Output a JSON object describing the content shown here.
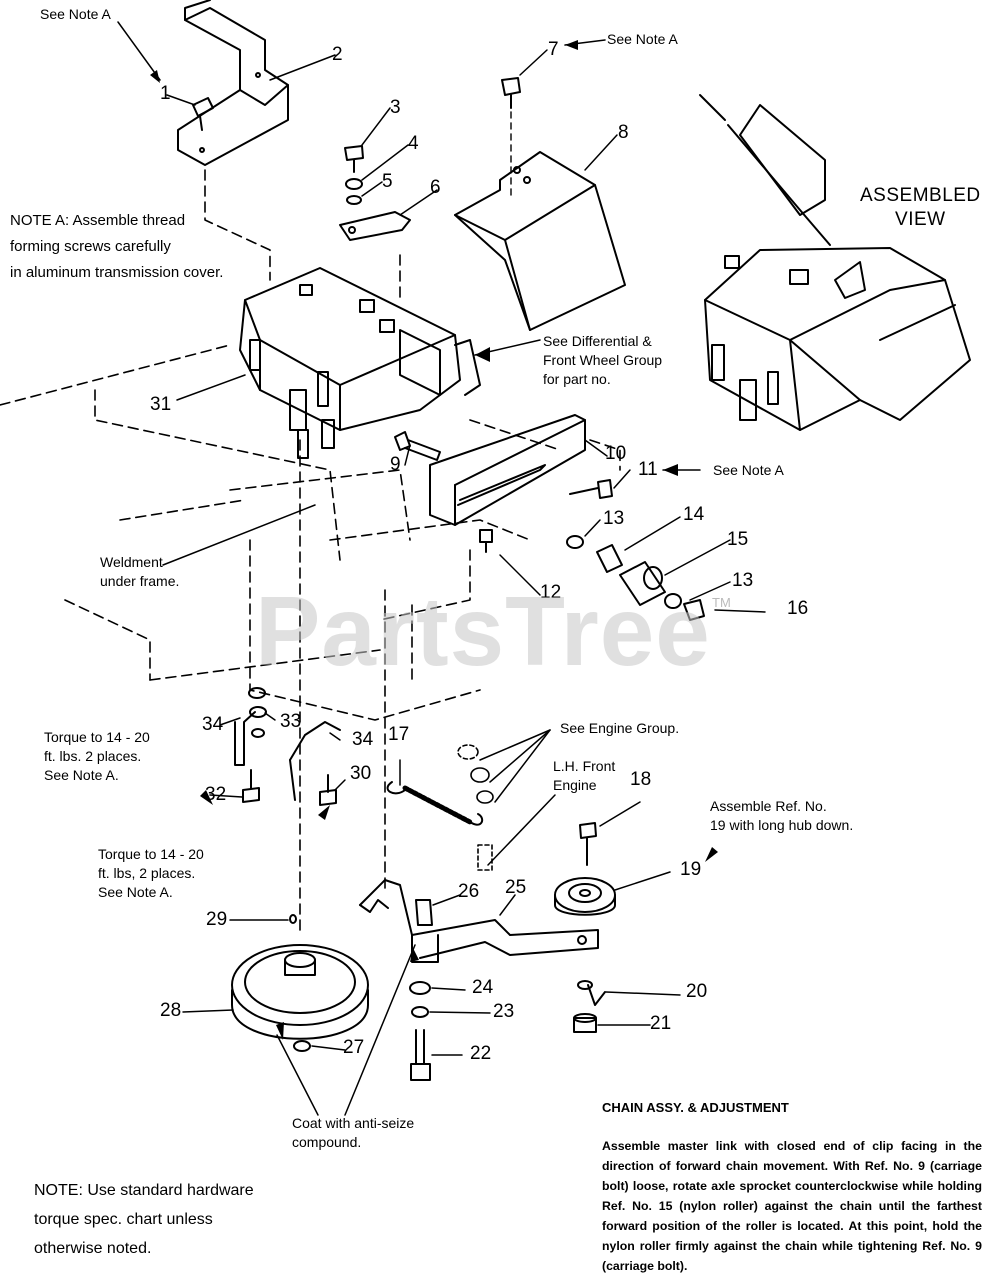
{
  "callouts": [
    {
      "id": "1",
      "label": "1"
    },
    {
      "id": "2",
      "label": "2"
    },
    {
      "id": "3",
      "label": "3"
    },
    {
      "id": "4",
      "label": "4"
    },
    {
      "id": "5",
      "label": "5"
    },
    {
      "id": "6",
      "label": "6"
    },
    {
      "id": "7",
      "label": "7"
    },
    {
      "id": "8",
      "label": "8"
    },
    {
      "id": "9",
      "label": "9"
    },
    {
      "id": "10",
      "label": "10"
    },
    {
      "id": "11",
      "label": "11"
    },
    {
      "id": "12",
      "label": "12"
    },
    {
      "id": "13a",
      "label": "13"
    },
    {
      "id": "13b",
      "label": "13"
    },
    {
      "id": "14",
      "label": "14"
    },
    {
      "id": "15",
      "label": "15"
    },
    {
      "id": "16",
      "label": "16"
    },
    {
      "id": "17",
      "label": "17"
    },
    {
      "id": "18",
      "label": "18"
    },
    {
      "id": "19",
      "label": "19"
    },
    {
      "id": "20",
      "label": "20"
    },
    {
      "id": "21",
      "label": "21"
    },
    {
      "id": "22",
      "label": "22"
    },
    {
      "id": "23",
      "label": "23"
    },
    {
      "id": "24",
      "label": "24"
    },
    {
      "id": "25",
      "label": "25"
    },
    {
      "id": "26",
      "label": "26"
    },
    {
      "id": "27",
      "label": "27"
    },
    {
      "id": "28",
      "label": "28"
    },
    {
      "id": "29",
      "label": "29"
    },
    {
      "id": "30",
      "label": "30"
    },
    {
      "id": "31",
      "label": "31"
    },
    {
      "id": "32",
      "label": "32"
    },
    {
      "id": "33",
      "label": "33"
    },
    {
      "id": "34a",
      "label": "34"
    },
    {
      "id": "34b",
      "label": "34"
    }
  ],
  "notes": {
    "see_note_a_top_left": "See Note A",
    "see_note_a_top_mid": "See Note A",
    "see_note_a_11": "See Note A",
    "note_a": [
      "NOTE A: Assemble thread",
      "forming screws carefully",
      "in aluminum transmission cover."
    ],
    "assembled_view": [
      "ASSEMBLED",
      "VIEW"
    ],
    "differential": [
      "See Differential &",
      "Front Wheel Group",
      "for part no."
    ],
    "weldment": [
      "Weldment",
      "under frame."
    ],
    "torque_32": [
      "Torque to 14 - 20",
      "ft. lbs. 2 places.",
      "See Note A."
    ],
    "torque_30": [
      "Torque to 14 - 20",
      "ft. lbs, 2 places.",
      "See Note A."
    ],
    "engine_group": "See Engine Group.",
    "lh_front_engine": [
      "L.H. Front",
      "Engine"
    ],
    "assemble_19": [
      "Assemble Ref. No.",
      "19 with long hub down."
    ],
    "anti_seize": [
      "Coat with anti-seize",
      "compound."
    ],
    "standard_hardware": [
      "NOTE: Use standard hardware",
      "torque spec. chart unless",
      "otherwise noted."
    ]
  },
  "chain": {
    "title": "CHAIN ASSY. & ADJUSTMENT",
    "body": "Assemble master link with closed end of clip facing in the direction of forward chain movement. With Ref. No. 9 (carriage bolt) loose, rotate axle sprocket counterclockwise while holding Ref. No. 15 (nylon roller) against the chain until the farthest forward position of the roller is located. At this point, hold the nylon roller firmly against the chain while tightening Ref. No. 9 (carriage bolt)."
  },
  "watermark": {
    "text": "PartsTree",
    "tm": "TM"
  }
}
